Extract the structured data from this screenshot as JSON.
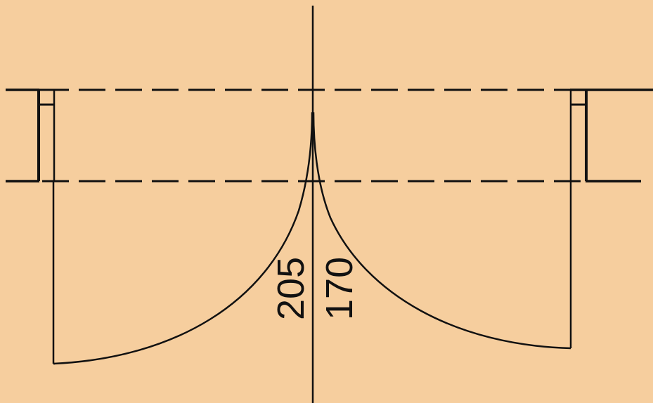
{
  "diagram": {
    "type": "double-door-floor-plan",
    "background_color": "#F6CE9E",
    "line_color": "#111111",
    "labels": {
      "left_leaf_width": "205",
      "right_leaf_width": "170"
    },
    "wall_lines": "dashed",
    "leaves": [
      {
        "side": "left",
        "width_label": "205"
      },
      {
        "side": "right",
        "width_label": "170"
      }
    ]
  }
}
